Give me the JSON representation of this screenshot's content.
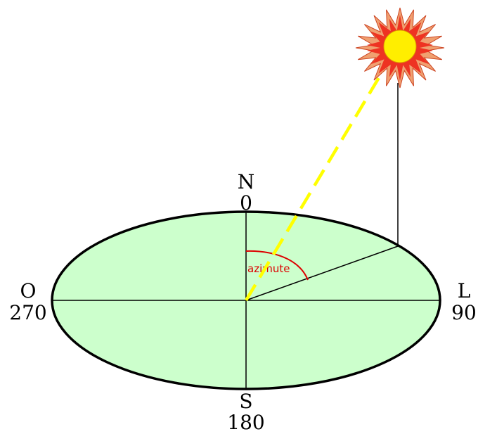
{
  "colors": {
    "ground": "#ccffcc",
    "outline": "#000000",
    "sun_ray": "#ffff00",
    "sun_core": "#ffee00",
    "sun_rays_inner": "#ee3322",
    "sun_rays_outer": "#f0a070",
    "azimuth": "#dd0000"
  },
  "compass": {
    "north": {
      "letter": "N",
      "degrees": "0"
    },
    "east": {
      "letter": "L",
      "degrees": "90"
    },
    "south": {
      "letter": "S",
      "degrees": "180"
    },
    "west": {
      "letter": "O",
      "degrees": "270"
    }
  },
  "azimuth_label": "azimute",
  "icons": {
    "sun": "sun-icon"
  }
}
